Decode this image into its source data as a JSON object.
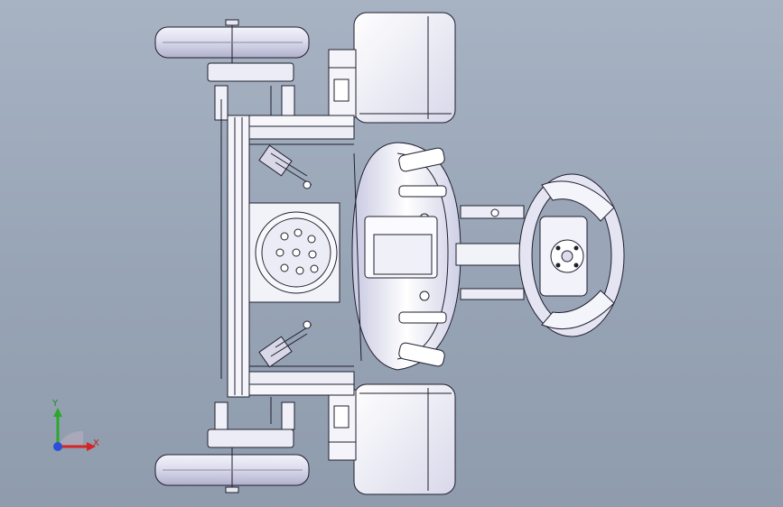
{
  "viewport": {
    "background_top": "#a7b3c3",
    "background_bottom": "#8f9cad",
    "model": {
      "subject": "chassis-assembly",
      "parts": [
        "front-wheel",
        "rear-wheel",
        "steering-wheel",
        "seat-hub",
        "frame",
        "suspension-springs",
        "steering-column"
      ]
    }
  },
  "triad": {
    "x_label": "X",
    "y_label": "Y",
    "x_color": "#d42424",
    "y_color": "#2aa82a",
    "z_color": "#2a4fd8"
  }
}
